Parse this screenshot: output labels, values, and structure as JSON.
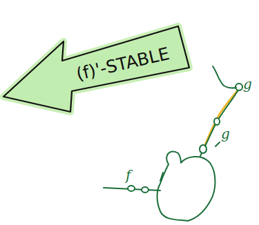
{
  "diagram": {
    "nodes": [
      {
        "text": [
          "(f)'-STABLE"
        ]
      }
    ],
    "labels": [
      "f",
      "g",
      "g"
    ]
  }
}
